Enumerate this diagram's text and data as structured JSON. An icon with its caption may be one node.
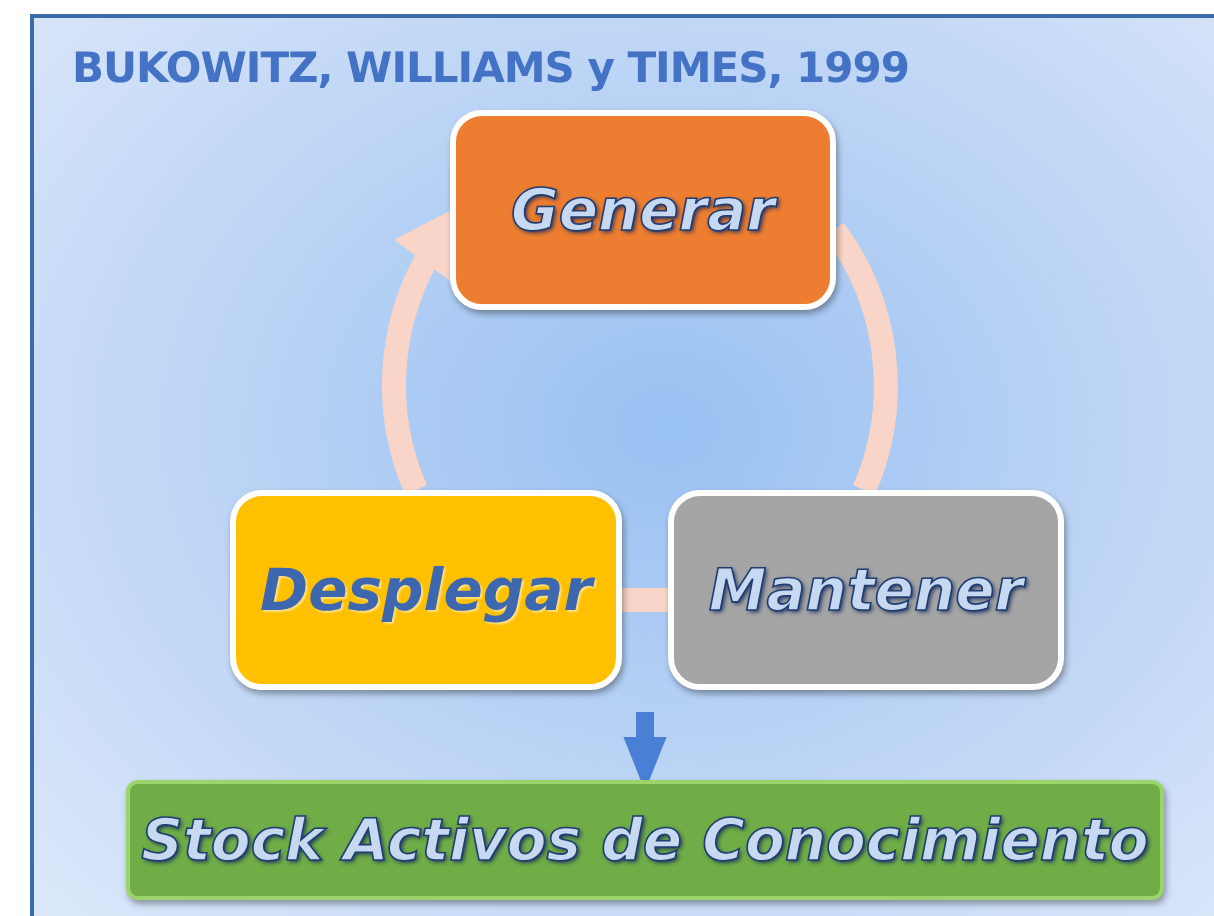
{
  "diagram": {
    "title": "BUKOWITZ, WILLIAMS y TIMES, 1999",
    "nodes": [
      {
        "text": [
          "Generar"
        ]
      },
      {
        "text": [
          "Mantener"
        ]
      },
      {
        "text": [
          "Desplegar"
        ]
      },
      {
        "text": [
          "Stock Activos de Conocimiento"
        ]
      }
    ],
    "edges": [
      {
        "from": 0,
        "to": 1,
        "arrow": "none"
      },
      {
        "from": 1,
        "to": 2,
        "arrow": "none"
      },
      {
        "from": 2,
        "to": 0,
        "arrow": "to"
      },
      {
        "from": null,
        "to": 3,
        "arrow": "to",
        "color": "#4a7fd6"
      }
    ]
  }
}
